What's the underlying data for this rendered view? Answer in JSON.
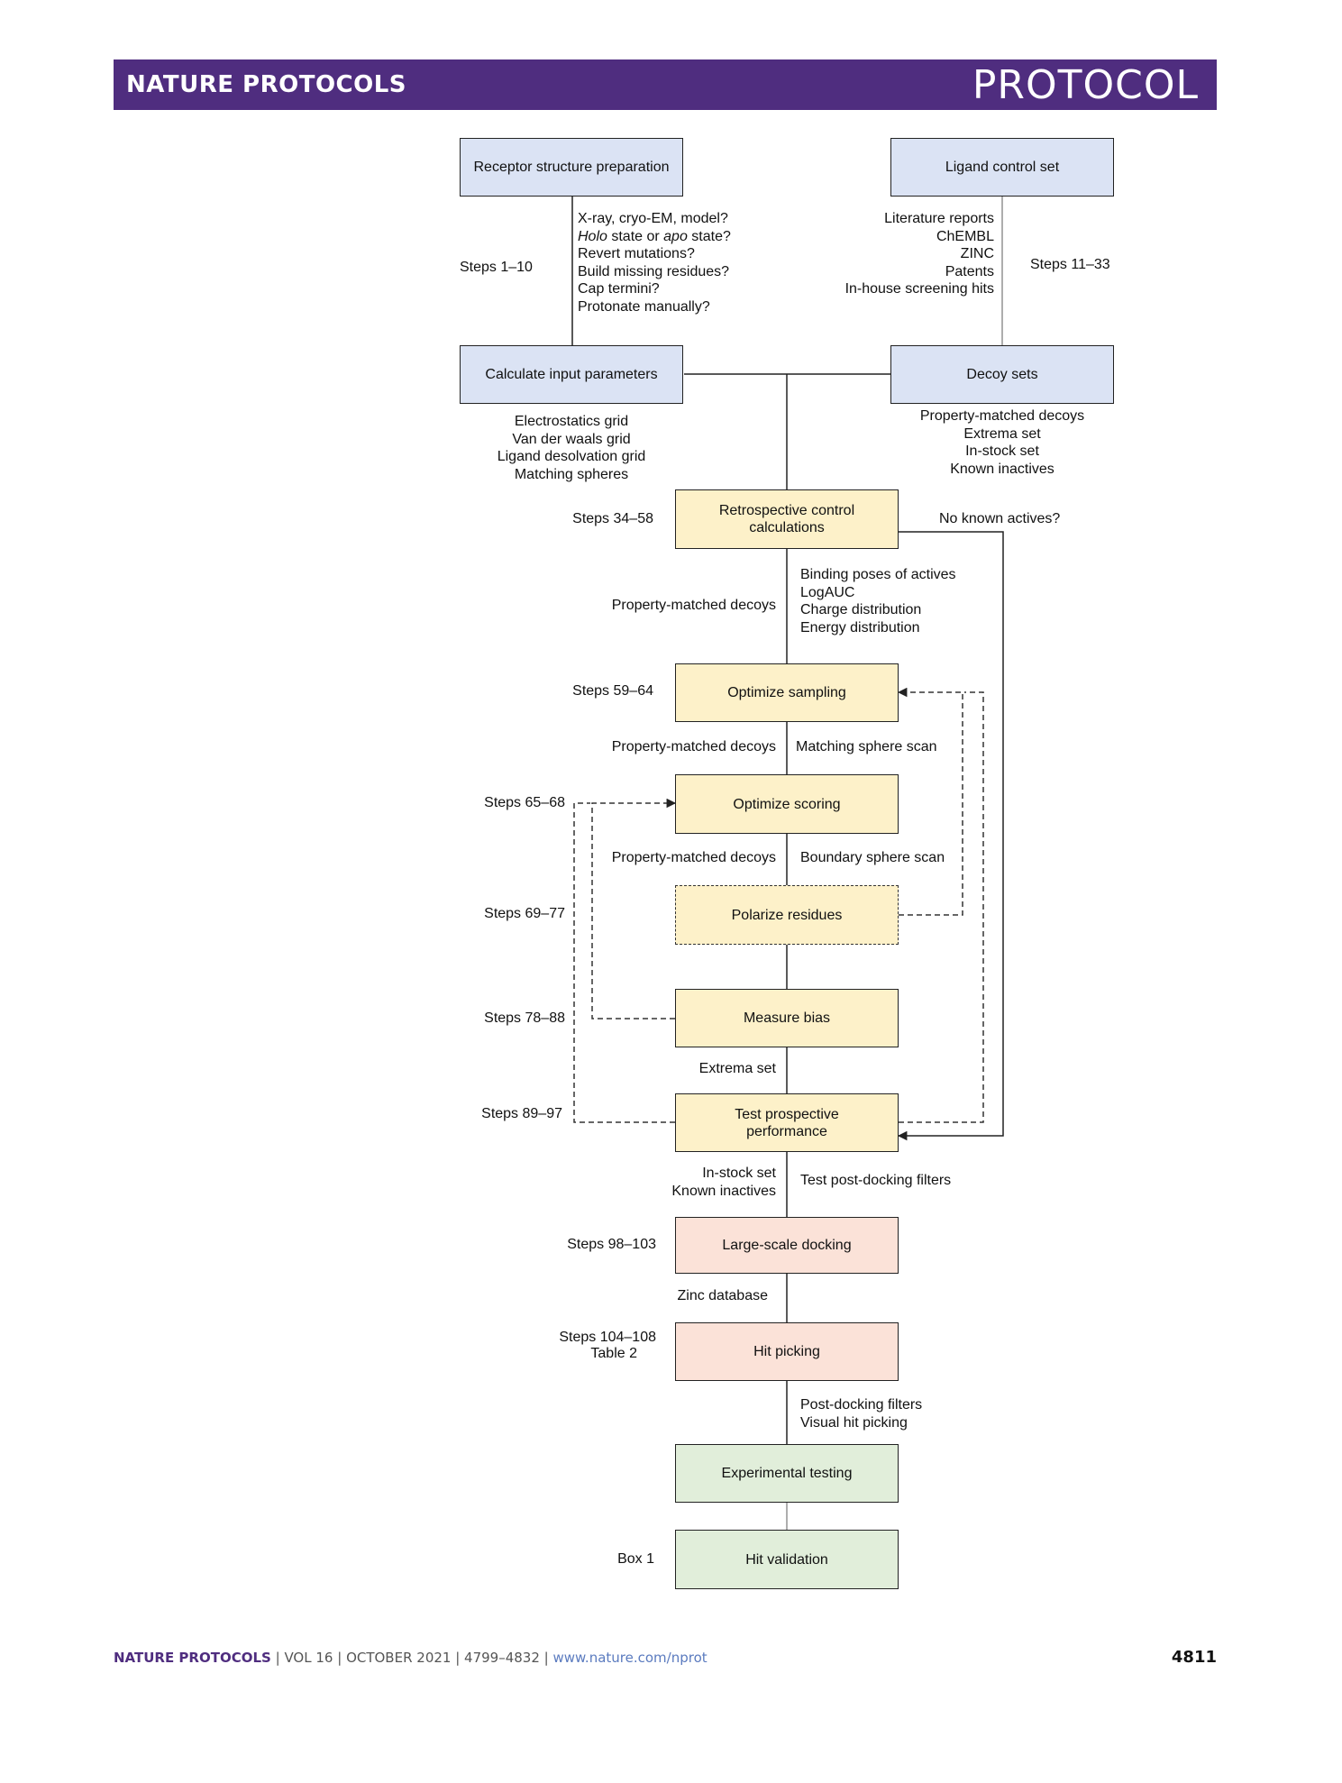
{
  "header": {
    "journal": "NATURE PROTOCOLS",
    "article_type": "PROTOCOL"
  },
  "footer": {
    "journal": "NATURE PROTOCOLS",
    "volume": "VOL 16",
    "date": "OCTOBER 2021",
    "pages": "4799–4832",
    "url": "www.nature.com/nprot",
    "page_number": "4811"
  },
  "diagram": {
    "nodes": {
      "receptor": "Receptor structure preparation",
      "ligand": "Ligand control set",
      "calc": "Calculate input parameters",
      "decoy": "Decoy sets",
      "retro": "Retrospective control calculations",
      "sampling": "Optimize sampling",
      "scoring": "Optimize scoring",
      "polarize": "Polarize residues",
      "bias": "Measure bias",
      "testprosp": "Test prospective performance",
      "largescale": "Large-scale docking",
      "hitpick": "Hit picking",
      "exptest": "Experimental testing",
      "hitval": "Hit validation"
    },
    "steps": {
      "receptor": "Steps 1–10",
      "ligand": "Steps 11–33",
      "retro": "Steps 34–58",
      "sampling": "Steps 59–64",
      "scoring": "Steps 65–68",
      "polarize": "Steps 69–77",
      "bias": "Steps 78–88",
      "testprosp": "Steps 89–97",
      "largescale": "Steps 98–103",
      "hitpick_1": "Steps 104–108",
      "hitpick_2": "Table 2",
      "hitval": "Box 1"
    },
    "notes": {
      "receptor_questions": [
        "X-ray, cryo-EM, model?",
        "Holo state or apo state?",
        "Revert mutations?",
        "Build missing residues?",
        "Cap termini?",
        "Protonate manually?"
      ],
      "ligand_sources": [
        "Literature reports",
        "ChEMBL",
        "ZINC",
        "Patents",
        "In-house screening hits"
      ],
      "calc_outputs": [
        "Electrostatics grid",
        "Van der waals grid",
        "Ligand desolvation grid",
        "Matching spheres"
      ],
      "decoy_types": [
        "Property-matched decoys",
        "Extrema set",
        "In-stock set",
        "Known inactives"
      ],
      "no_actives": "No known actives?",
      "retro_left": "Property-matched decoys",
      "retro_right": [
        "Binding poses of actives",
        "LogAUC",
        "Charge distribution",
        "Energy distribution"
      ],
      "sampling_left": "Property-matched decoys",
      "sampling_right": "Matching sphere scan",
      "scoring_left": "Property-matched decoys",
      "scoring_right": "Boundary sphere scan",
      "bias_below": "Extrema set",
      "testprosp_left": [
        "In-stock set",
        "Known inactives"
      ],
      "testprosp_right": "Test post-docking filters",
      "largescale_below": "Zinc database",
      "hitpick_right": [
        "Post-docking filters",
        "Visual hit picking"
      ]
    }
  }
}
